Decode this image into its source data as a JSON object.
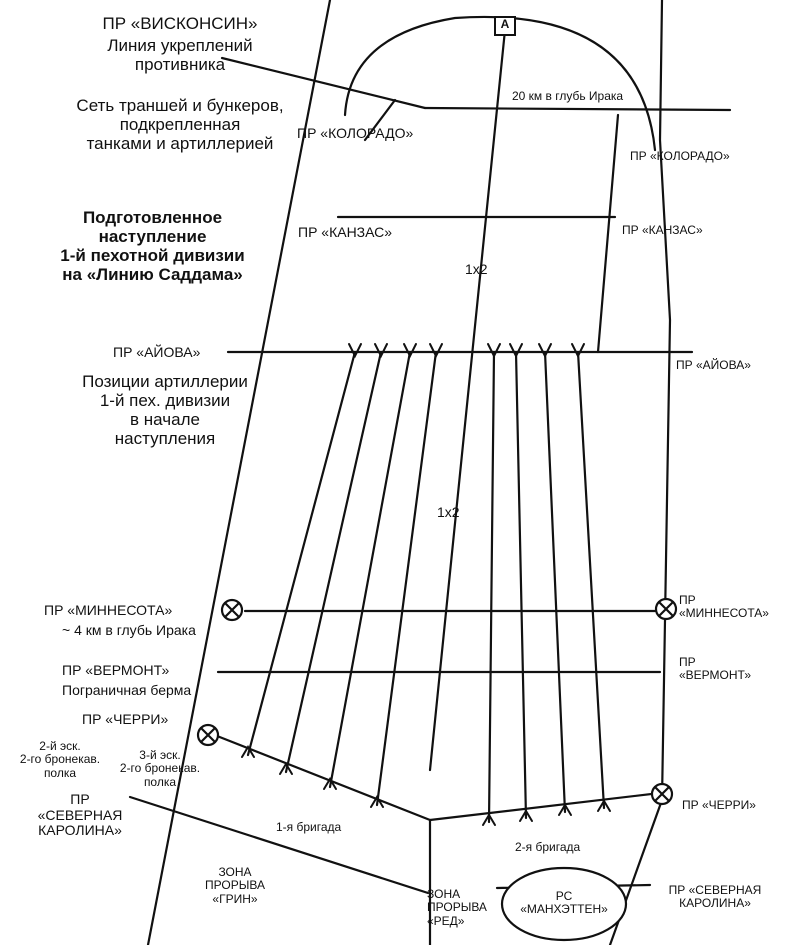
{
  "labels": {
    "wisconsin": "ПР «ВИСКОНСИН»",
    "enemy_line": "Линия укреплений\nпротивника",
    "trenches": "Сеть траншей и бункеров,\nподкрепленная\nтанками и артиллерией",
    "depth_20km": "20 км в глубь Ирака",
    "colorado_left": "ПР «КОЛОРАДО»",
    "colorado_right": "ПР «КОЛОРАДО»",
    "title": "Подготовленное\nнаступление\n1-й пехотной дивизии\nна «Линию Саддама»",
    "kansas_left": "ПР «КАНЗАС»",
    "kansas_right": "ПР «КАНЗАС»",
    "axis_1x2_top": "1x2",
    "iowa_left": "ПР «АЙОВА»",
    "iowa_right": "ПР «АЙОВА»",
    "artillery": "Позиции артиллерии\n1-й пех. дивизии\nв начале\nнаступления",
    "axis_1x2_bottom": "1x2",
    "minnesota_left": "ПР «МИННЕСОТА»",
    "minnesota_depth": "~ 4 км в глубь Ирака",
    "minnesota_right": "ПР\n«МИННЕСОТА»",
    "vermont_left": "ПР «ВЕРМОНТ»",
    "berm": "Пограничная берма",
    "vermont_right": "ПР\n«ВЕРМОНТ»",
    "cherry_left": "ПР «ЧЕРРИ»",
    "cherry_right": "ПР «ЧЕРРИ»",
    "squadron2": "2-й эск.\n2-го бронекав.\nполка",
    "squadron3": "3-й эск.\n2-го бронекав.\nполка",
    "nc_left": "ПР\n«СЕВЕРНАЯ\nКАРОЛИНА»",
    "nc_right": "ПР «СЕВЕРНАЯ\nКАРОЛИНА»",
    "brigade1": "1-я бригада",
    "brigade2": "2-я бригада",
    "zone_green": "ЗОНА\nПРОРЫВА\n«ГРИН»",
    "zone_red": "ЗОНА\nПРОРЫВА\n«РЕД»",
    "manhattan": "РС\n«МАНХЭТТЕН»",
    "objective_a": "A"
  },
  "colors": {
    "line": "#111111",
    "background": "#ffffff"
  }
}
